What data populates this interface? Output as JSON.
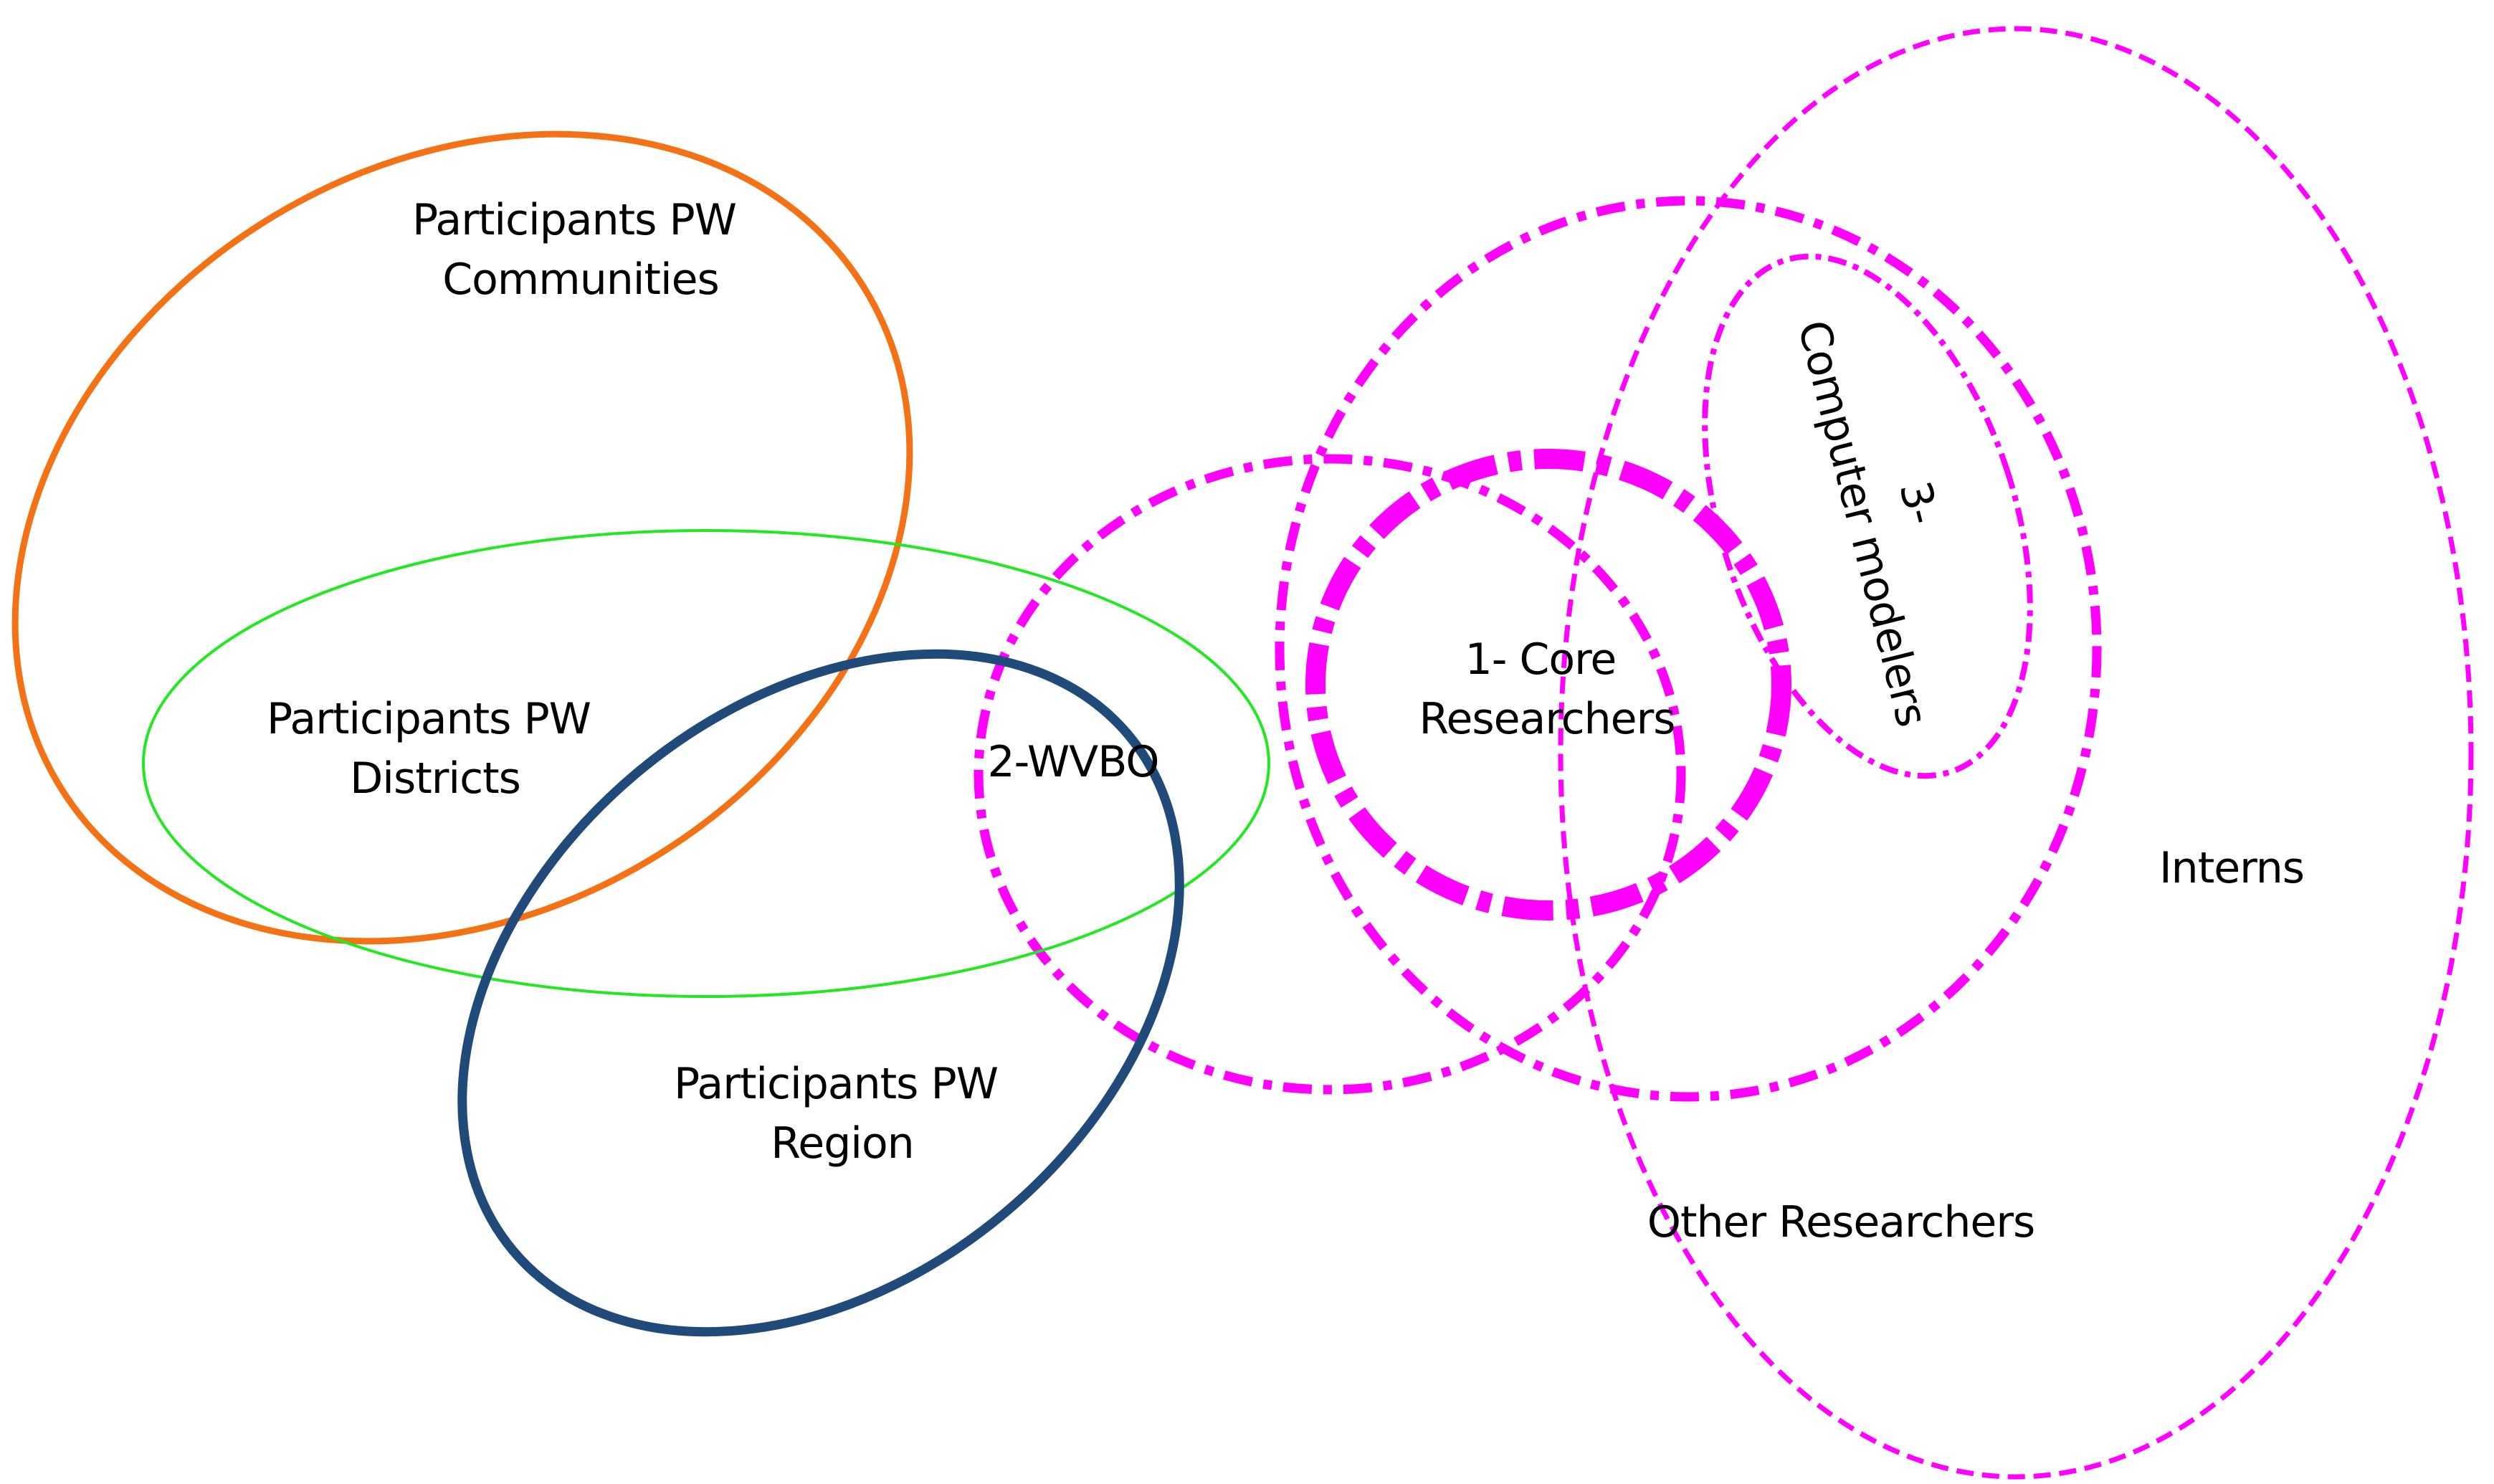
{
  "colors": {
    "communities": "#f47216",
    "districts": "#22e822",
    "region": "#1f4a7a",
    "researchers": "#ff00ff"
  },
  "labels": {
    "communities": [
      "Participants PW",
      "Communities"
    ],
    "districts": [
      "Participants PW",
      "Districts"
    ],
    "region": [
      "Participants PW",
      "Region"
    ],
    "wvbo": "2-WVBO",
    "core": [
      "1- Core",
      "Researchers"
    ],
    "modelers": [
      "3-",
      "Computer modelers"
    ],
    "interns": "Interns",
    "other": "Other Researchers"
  }
}
